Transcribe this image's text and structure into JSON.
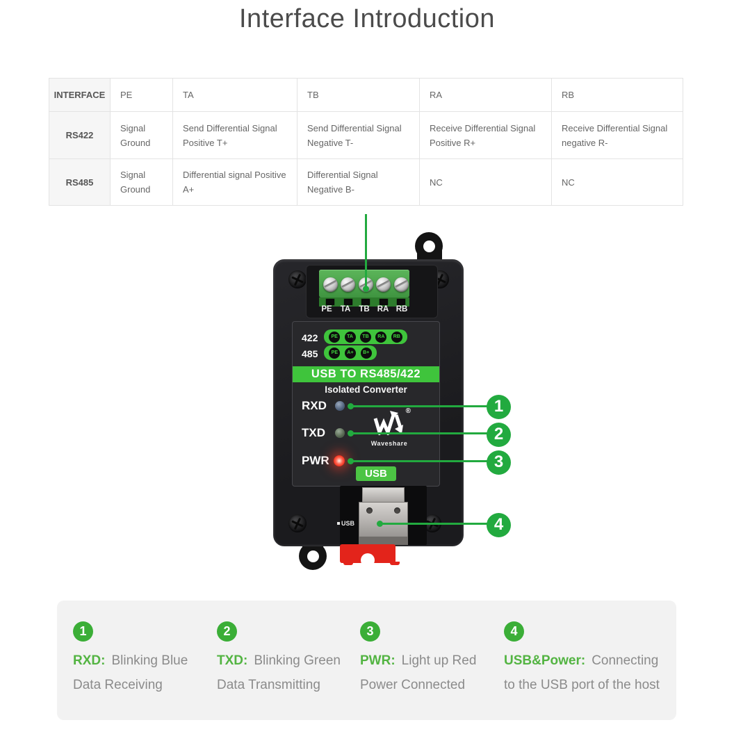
{
  "title": "Interface Introduction",
  "table": {
    "header": [
      "INTERFACE",
      "PE",
      "TA",
      "TB",
      "RA",
      "RB"
    ],
    "rows": [
      {
        "label": "RS422",
        "cells": [
          "Signal Ground",
          "Send Differential Signal Positive T+",
          "Send Differential Signal Negative T-",
          "Receive Differential Signal Positive R+",
          "Receive Differential Signal negative R-"
        ]
      },
      {
        "label": "RS485",
        "cells": [
          "Signal Ground",
          "Differential signal Positive A+",
          "Differential Signal Negative B-",
          "NC",
          "NC"
        ]
      }
    ]
  },
  "device": {
    "terminal_labels": [
      "PE",
      "TA",
      "TB",
      "RA",
      "RB"
    ],
    "row_422": {
      "label": "422",
      "pins": [
        "PE",
        "TA",
        "TB",
        "RA",
        "RB"
      ]
    },
    "row_485": {
      "label": "485",
      "pins": [
        "PE",
        "A+",
        "B+"
      ]
    },
    "banner": "USB TO RS485/422",
    "subtitle": "Isolated Converter",
    "leds": {
      "rxd": "RXD",
      "txd": "TXD",
      "pwr": "PWR"
    },
    "brand": "Waveshare",
    "brand_mark": "®",
    "usb_button": "USB",
    "usb_port": "USB",
    "callouts": [
      "1",
      "2",
      "3",
      "4"
    ]
  },
  "legend": {
    "items": [
      {
        "num": "1",
        "label": "RXD:",
        "text": "Blinking Blue",
        "line2": "Data Receiving"
      },
      {
        "num": "2",
        "label": "TXD:",
        "text": "Blinking Green",
        "line2": "Data Transmitting"
      },
      {
        "num": "3",
        "label": "PWR:",
        "text": "Light up Red",
        "line2": "Power Connected"
      },
      {
        "num": "4",
        "label": "USB&Power:",
        "text": "Connecting",
        "line2": "to the USB port of the host"
      }
    ]
  },
  "colors": {
    "accent_green": "#22aa3f",
    "bright_green": "#3fc43c",
    "legend_green": "#53b442",
    "text_gray": "#8b8b8b",
    "pwr_red": "#ef1f0c"
  }
}
